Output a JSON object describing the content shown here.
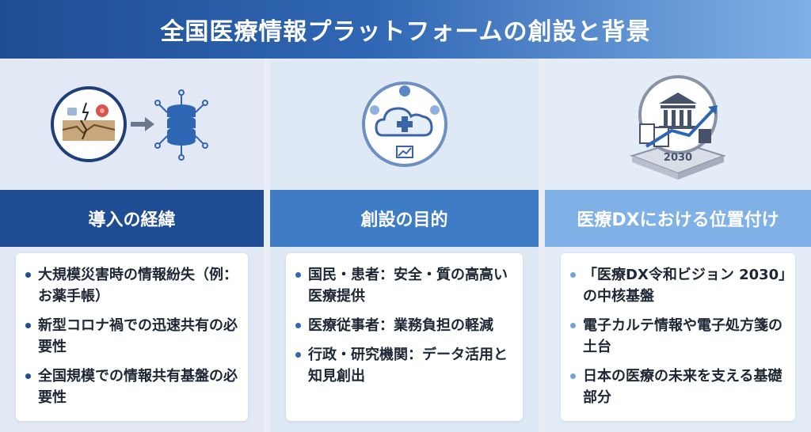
{
  "title": "全国医療情報プラットフォームの創設と背景",
  "columns": [
    {
      "heading": "導入の経緯",
      "items": [
        "大規模災害時の情報紛失（例：お薬手帳）",
        "新型コロナ禍での迅速共有の必要性",
        "全国規模での情報共有基盤の必要性"
      ]
    },
    {
      "heading": "創設の目的",
      "items": [
        "国民・患者：安全・質の高高い医療提供",
        "医療従事者：業務負担の軽減",
        "行政・研究機関：データ活用と知見創出"
      ]
    },
    {
      "heading": "医療DXにおける位置付け",
      "items": [
        "「医療DX令和ビジョン 2030」の中核基盤",
        "電子カルテ情報や電子処方箋の土台",
        "日本の医療の未来を支える基礎部分"
      ],
      "icon_text": "2030"
    }
  ],
  "colors": {
    "header_start": "#1f4d93",
    "header_end": "#7fb0e6",
    "col1_head": "#1f4d93",
    "col2_head": "#3f7cc6",
    "col3_head": "#7fb0e6",
    "col1_bg": "#e3e8f5",
    "col2_bg": "#dfe8f5",
    "col3_bg": "#e4ecf7"
  },
  "icons": [
    "disaster-database-icon",
    "cloud-medical-icon",
    "building-growth-icon"
  ]
}
